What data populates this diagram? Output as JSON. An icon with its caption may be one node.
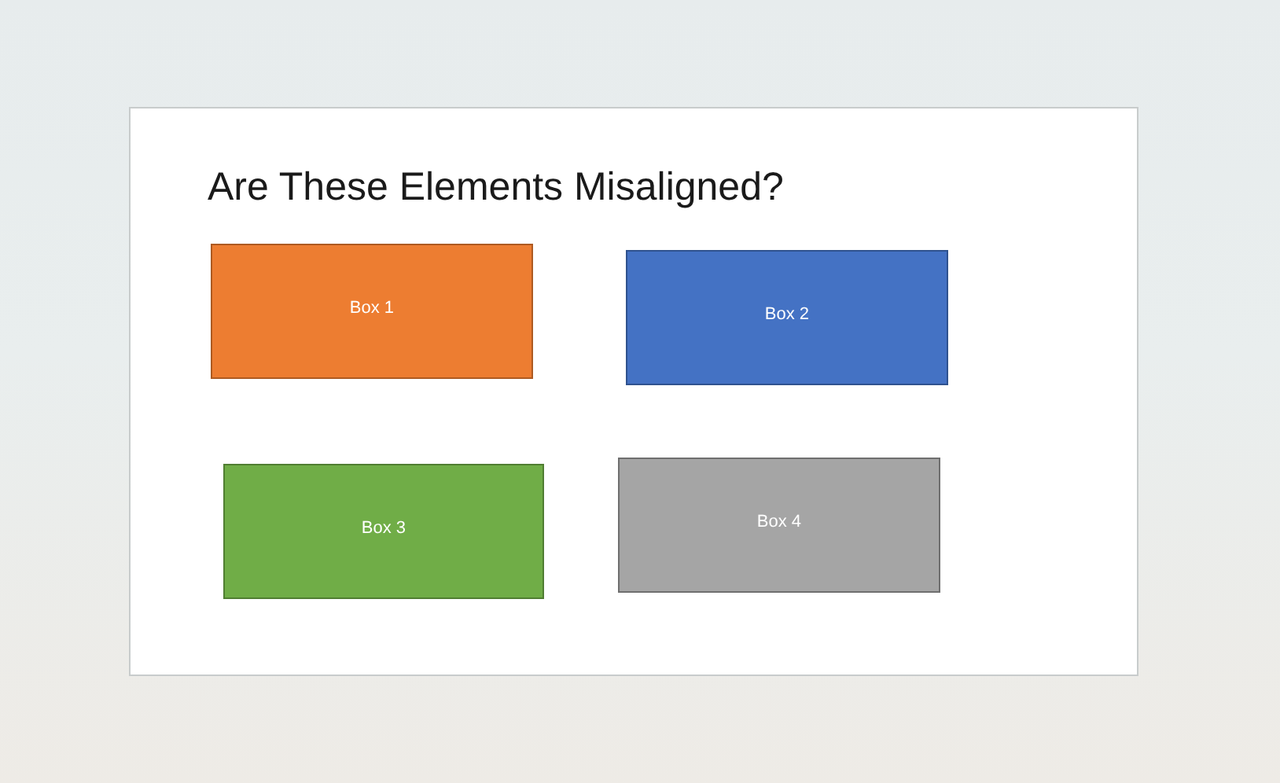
{
  "diagram": {
    "title": "Are These Elements Misaligned?",
    "nodes": [
      {
        "text": [
          "Box 1"
        ]
      },
      {
        "text": [
          "Box 2"
        ]
      },
      {
        "text": [
          "Box 3"
        ]
      },
      {
        "text": [
          "Box 4"
        ]
      }
    ]
  }
}
